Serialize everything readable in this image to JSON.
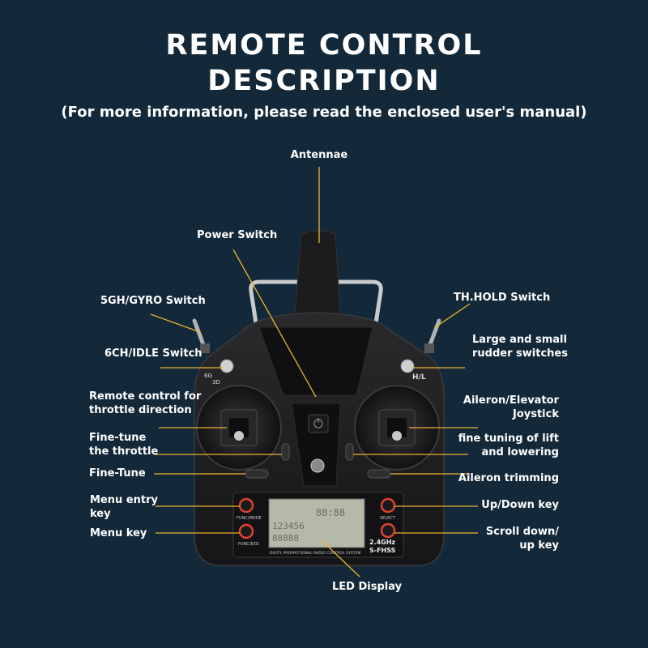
{
  "title": {
    "line1": "REMOTE CONTROL",
    "line2": "DESCRIPTION",
    "subtitle": "(For more information, please read the enclosed user's manual)"
  },
  "colors": {
    "background": "#132838",
    "leader_line": "#e8b32e",
    "controller_body": "#1b1b1d",
    "button_ring": "#e0412f",
    "lcd": "#b5b9a8"
  },
  "labels": {
    "antennae": "Antennae",
    "power_switch": "Power Switch",
    "gyro_switch": "5GH/GYRO Switch",
    "idle_switch": "6CH/IDLE Switch",
    "throttle_direction_1": "Remote control for",
    "throttle_direction_2": "throttle direction",
    "fine_tune_throttle_1": "Fine-tune",
    "fine_tune_throttle_2": "the throttle",
    "fine_tune": "Fine-Tune",
    "menu_entry_1": "Menu entry",
    "menu_entry_2": "key",
    "menu_key": "Menu key",
    "led_display": "LED Display",
    "th_hold": "TH.HOLD Switch",
    "rudder_1": "Large and small",
    "rudder_2": "rudder switches",
    "joystick_1": "Aileron/Elevator",
    "joystick_2": "Joystick",
    "lift_1": "fine tuning of lift",
    "lift_2": "and lowering",
    "aileron_trim": "Aileron trimming",
    "up_down": "Up/Down key",
    "scroll_1": "Scroll down/",
    "scroll_2": "up key"
  },
  "device": {
    "func_mode": "FUNC/MODE",
    "func_exd": "FUNC/EXD",
    "select": "SELECT",
    "freq": "2.4GHz",
    "fhss": "S-FHSS",
    "system": "DIGITL PROPROTIONAL RADIO CONTROL SYSTEM",
    "switch_6g": "6G",
    "switch_3d": "3D",
    "switch_hl": "H/L",
    "lcd_row1": "88:88",
    "lcd_row2": "123456",
    "lcd_row3": "88888"
  }
}
